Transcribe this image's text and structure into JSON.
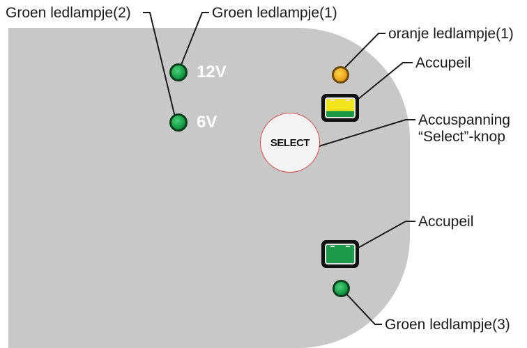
{
  "callouts": {
    "groen_led_2": "Groen ledlampje(2)",
    "groen_led_1": "Groen ledlampje(1)",
    "oranje_led_1": "oranje ledlampje(1)",
    "accupeil_top": "Accupeil",
    "accuspanning": "Accuspanning",
    "select_knop": "“Select”-knop",
    "accupeil_bottom": "Accupeil",
    "groen_led_3": "Groen ledlampje(3)"
  },
  "panel": {
    "label_12v": "12V",
    "label_6v": "6V",
    "select_label": "SELECT"
  },
  "colors": {
    "panel": "#c8c8c8",
    "led_green": "#16a24a",
    "led_orange": "#f0a51a",
    "battery_yellow": "#f2e51e",
    "battery_green": "#1c9a4c",
    "select_border": "#d84a4a"
  }
}
